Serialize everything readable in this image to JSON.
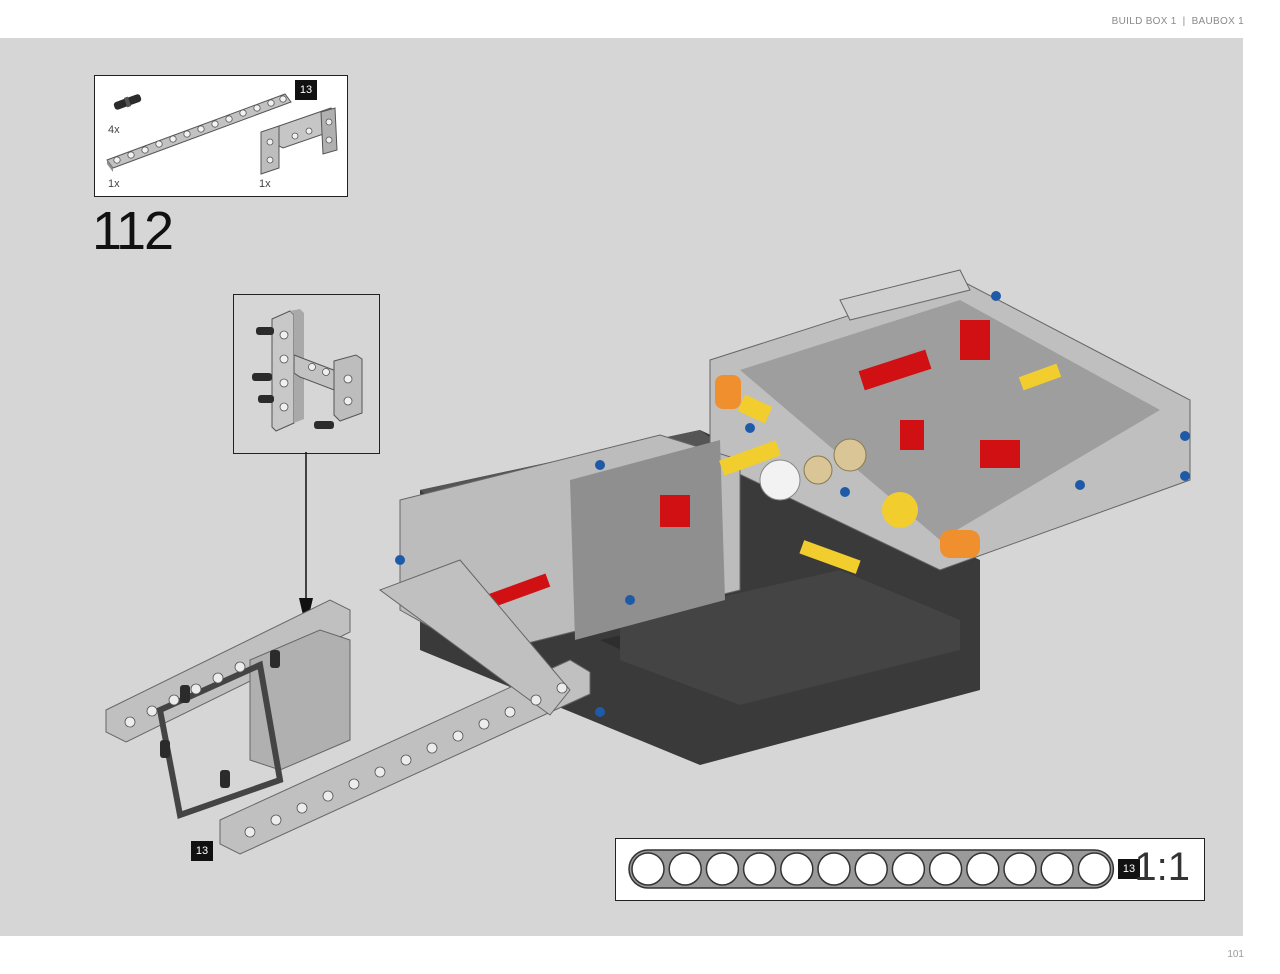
{
  "header": {
    "build_box": "BUILD BOX 1",
    "separator": "|",
    "baubox": "BAUBOX 1"
  },
  "page_number": "101",
  "step": {
    "number": "112"
  },
  "parts_list": {
    "badge": "13",
    "items": [
      {
        "name": "pin-with-friction",
        "quantity": "4x"
      },
      {
        "name": "beam-13",
        "quantity": "1x"
      },
      {
        "name": "frame-connector",
        "quantity": "1x"
      }
    ]
  },
  "model_badge": "13",
  "scale_ruler": {
    "badge": "13",
    "scale": "1:1",
    "holes": 13
  },
  "colors": {
    "panel_bg": "#d6d6d6",
    "beam_gray": "#b8b8b8",
    "dark_gray": "#3a3a3a",
    "red": "#d01012",
    "yellow": "#f2cd2e",
    "blue": "#1e5aa8",
    "orange": "#f08f2e",
    "tan": "#d9c595"
  }
}
